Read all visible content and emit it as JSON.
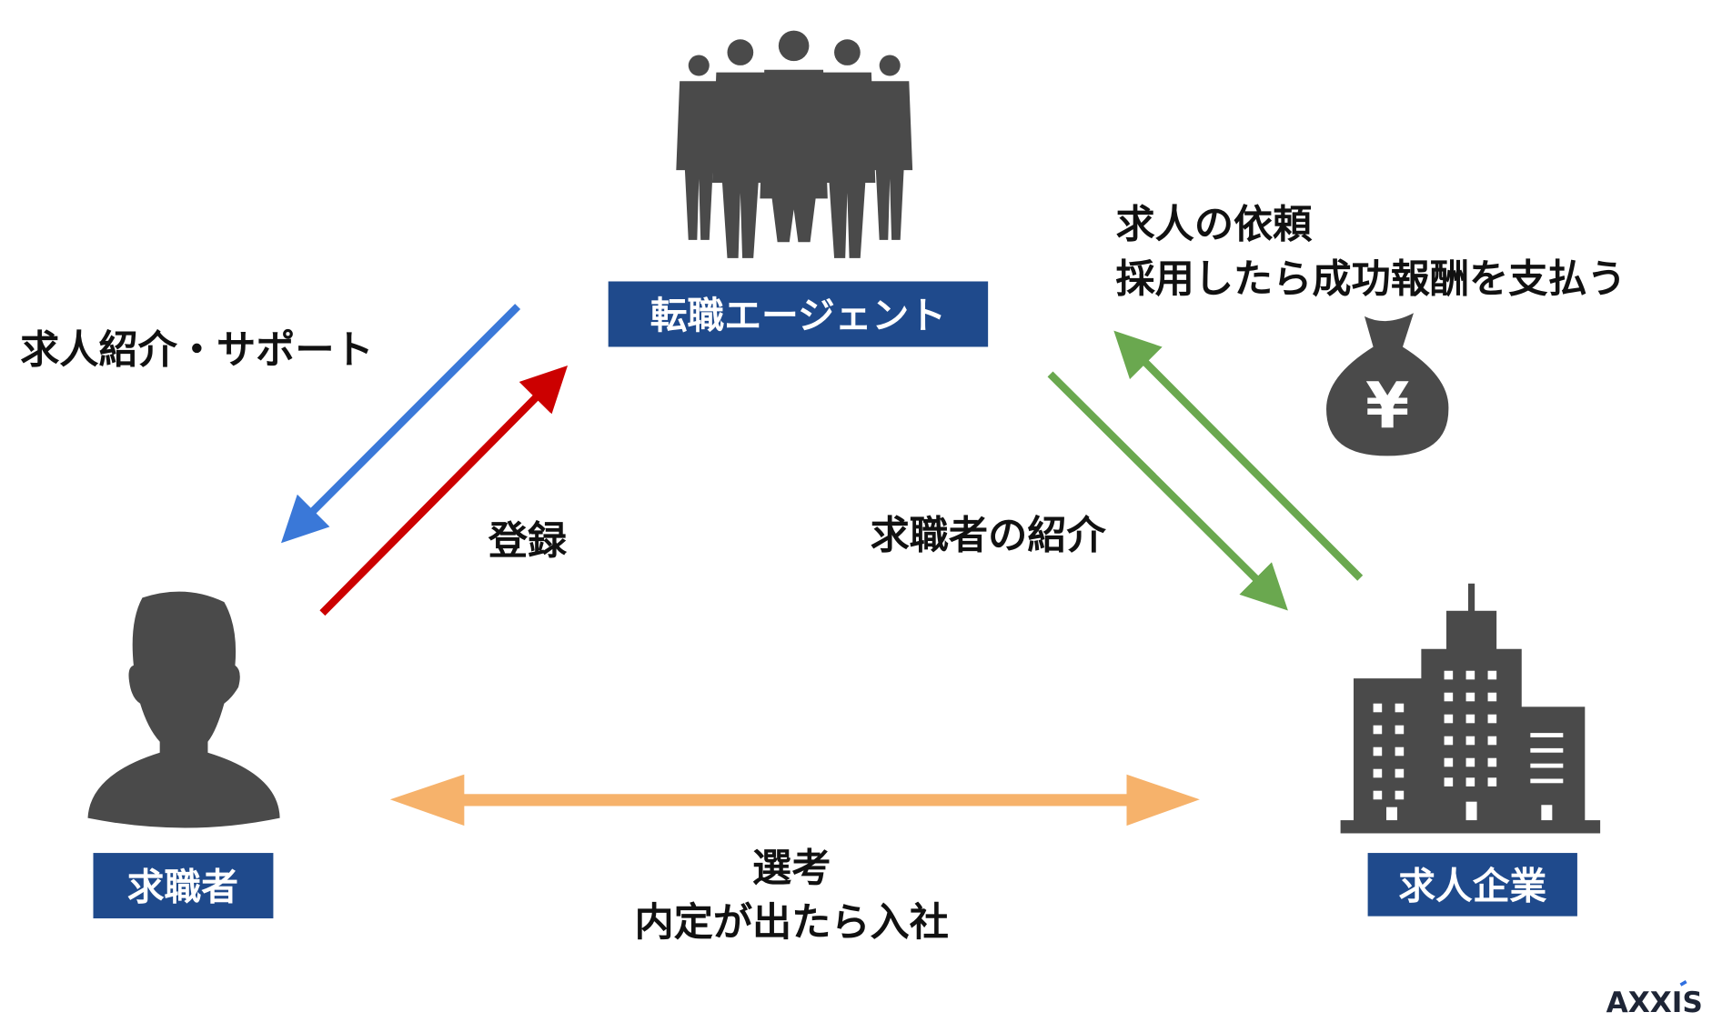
{
  "nodes": {
    "agent": "転職エージェント",
    "seeker": "求職者",
    "company": "求人企業"
  },
  "labels": {
    "support": "求人紹介・サポート",
    "register": "登録",
    "introduce_seeker": "求職者の紹介",
    "request_line1": "求人の依頼",
    "request_line2": "採用したら成功報酬を支払う",
    "selection_line1": "選考",
    "selection_line2": "内定が出たら入社"
  },
  "money_symbol": "¥",
  "logo": "AXXIS",
  "colors": {
    "label_box": "#1f4a8c",
    "icon": "#4a4a4a",
    "arrow_support": "#3a78d8",
    "arrow_register": "#cc0000",
    "arrow_company": "#6aa84f",
    "arrow_selection": "#f6b26b"
  }
}
